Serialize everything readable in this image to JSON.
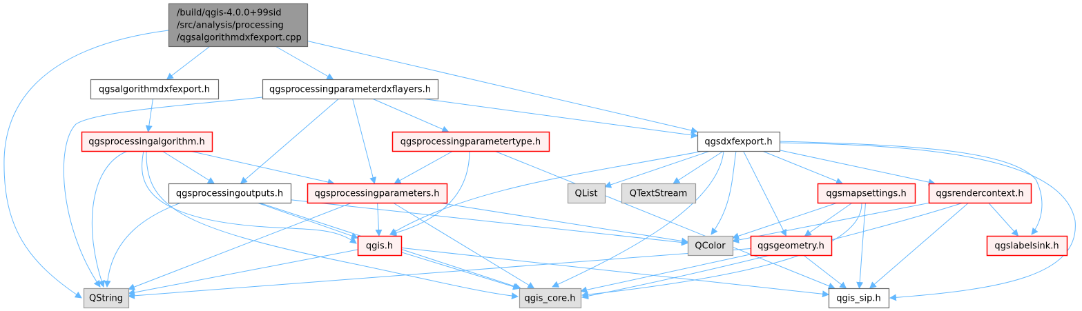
{
  "diagram": {
    "type": "include-dependency-graph",
    "colors": {
      "edge": "#63b8ff",
      "root_fill": "#999999",
      "root_stroke": "#666666",
      "plain_fill": "#ffffff",
      "plain_stroke": "#666666",
      "red_fill": "#fff0f0",
      "red_stroke": "#ff0000",
      "grey_fill": "#e0e0e0",
      "grey_stroke": "#999999"
    },
    "nodes": [
      {
        "id": "root",
        "label": [
          "/build/qgis-4.0.0+99sid",
          "/src/analysis/processing",
          "/qgsalgorithmdxfexport.cpp"
        ],
        "style": "root"
      },
      {
        "id": "qgsalgorithmdxfexport_h",
        "label": [
          "qgsalgorithmdxfexport.h"
        ],
        "style": "plain"
      },
      {
        "id": "qgsprocessingparameterdxflayers_h",
        "label": [
          "qgsprocessingparameterdxflayers.h"
        ],
        "style": "plain"
      },
      {
        "id": "qgsdxfexport_h",
        "label": [
          "qgsdxfexport.h"
        ],
        "style": "plain"
      },
      {
        "id": "qgsprocessingalgorithm_h",
        "label": [
          "qgsprocessingalgorithm.h"
        ],
        "style": "red"
      },
      {
        "id": "qgsprocessingparametertype_h",
        "label": [
          "qgsprocessingparametertype.h"
        ],
        "style": "red"
      },
      {
        "id": "qgsprocessingoutputs_h",
        "label": [
          "qgsprocessingoutputs.h"
        ],
        "style": "plain"
      },
      {
        "id": "qgsprocessingparameters_h",
        "label": [
          "qgsprocessingparameters.h"
        ],
        "style": "red"
      },
      {
        "id": "QList",
        "label": [
          "QList"
        ],
        "style": "grey"
      },
      {
        "id": "QTextStream",
        "label": [
          "QTextStream"
        ],
        "style": "grey"
      },
      {
        "id": "qgsmapsettings_h",
        "label": [
          "qgsmapsettings.h"
        ],
        "style": "red"
      },
      {
        "id": "qgsrendercontext_h",
        "label": [
          "qgsrendercontext.h"
        ],
        "style": "red"
      },
      {
        "id": "qgis_h",
        "label": [
          "qgis.h"
        ],
        "style": "red"
      },
      {
        "id": "QColor",
        "label": [
          "QColor"
        ],
        "style": "grey"
      },
      {
        "id": "qgsgeometry_h",
        "label": [
          "qgsgeometry.h"
        ],
        "style": "red"
      },
      {
        "id": "qgslabelsink_h",
        "label": [
          "qgslabelsink.h"
        ],
        "style": "red"
      },
      {
        "id": "QString",
        "label": [
          "QString"
        ],
        "style": "grey"
      },
      {
        "id": "qgis_core_h",
        "label": [
          "qgis_core.h"
        ],
        "style": "grey"
      },
      {
        "id": "qgis_sip_h",
        "label": [
          "qgis_sip.h"
        ],
        "style": "plain"
      }
    ],
    "edges": [
      [
        "root",
        "QString"
      ],
      [
        "root",
        "qgsalgorithmdxfexport_h"
      ],
      [
        "root",
        "qgsprocessingparameterdxflayers_h"
      ],
      [
        "root",
        "qgsdxfexport_h"
      ],
      [
        "qgsalgorithmdxfexport_h",
        "qgsprocessingalgorithm_h"
      ],
      [
        "qgsprocessingparameterdxflayers_h",
        "QString"
      ],
      [
        "qgsprocessingparameterdxflayers_h",
        "qgsprocessingoutputs_h"
      ],
      [
        "qgsprocessingparameterdxflayers_h",
        "qgsprocessingparameters_h"
      ],
      [
        "qgsprocessingparameterdxflayers_h",
        "qgsprocessingparametertype_h"
      ],
      [
        "qgsprocessingparameterdxflayers_h",
        "qgsdxfexport_h"
      ],
      [
        "qgsprocessingalgorithm_h",
        "QString"
      ],
      [
        "qgsprocessingalgorithm_h",
        "qgsprocessingoutputs_h"
      ],
      [
        "qgsprocessingalgorithm_h",
        "qgsprocessingparameters_h"
      ],
      [
        "qgsprocessingalgorithm_h",
        "qgis_h"
      ],
      [
        "qgsprocessingalgorithm_h",
        "qgis_core_h"
      ],
      [
        "qgsprocessingparametertype_h",
        "qgsprocessingparameters_h"
      ],
      [
        "qgsprocessingparametertype_h",
        "qgis_h"
      ],
      [
        "qgsprocessingparametertype_h",
        "qgis_sip_h"
      ],
      [
        "qgsprocessingoutputs_h",
        "QString"
      ],
      [
        "qgsprocessingoutputs_h",
        "qgis_h"
      ],
      [
        "qgsprocessingoutputs_h",
        "QColor"
      ],
      [
        "qgsprocessingoutputs_h",
        "qgis_core_h"
      ],
      [
        "qgsprocessingparameters_h",
        "QString"
      ],
      [
        "qgsprocessingparameters_h",
        "qgis_h"
      ],
      [
        "qgsprocessingparameters_h",
        "QColor"
      ],
      [
        "qgsprocessingparameters_h",
        "qgis_core_h"
      ],
      [
        "qgsdxfexport_h",
        "qgis_h"
      ],
      [
        "qgsdxfexport_h",
        "QList"
      ],
      [
        "qgsdxfexport_h",
        "QTextStream"
      ],
      [
        "qgsdxfexport_h",
        "qgis_core_h"
      ],
      [
        "qgsdxfexport_h",
        "QColor"
      ],
      [
        "qgsdxfexport_h",
        "qgsgeometry_h"
      ],
      [
        "qgsdxfexport_h",
        "qgsmapsettings_h"
      ],
      [
        "qgsdxfexport_h",
        "qgsrendercontext_h"
      ],
      [
        "qgsdxfexport_h",
        "qgslabelsink_h"
      ],
      [
        "qgsdxfexport_h",
        "qgis_sip_h"
      ],
      [
        "qgsmapsettings_h",
        "QColor"
      ],
      [
        "qgsmapsettings_h",
        "qgsgeometry_h"
      ],
      [
        "qgsmapsettings_h",
        "qgis_core_h"
      ],
      [
        "qgsmapsettings_h",
        "qgis_sip_h"
      ],
      [
        "qgsrendercontext_h",
        "QColor"
      ],
      [
        "qgsrendercontext_h",
        "qgis_core_h"
      ],
      [
        "qgsrendercontext_h",
        "qgis_sip_h"
      ],
      [
        "qgsrendercontext_h",
        "qgslabelsink_h"
      ],
      [
        "qgis_h",
        "QString"
      ],
      [
        "qgis_h",
        "qgis_core_h"
      ],
      [
        "qgis_h",
        "qgis_sip_h"
      ],
      [
        "qgsgeometry_h",
        "QString"
      ],
      [
        "qgsgeometry_h",
        "qgis_core_h"
      ],
      [
        "qgsgeometry_h",
        "qgis_sip_h"
      ]
    ]
  }
}
